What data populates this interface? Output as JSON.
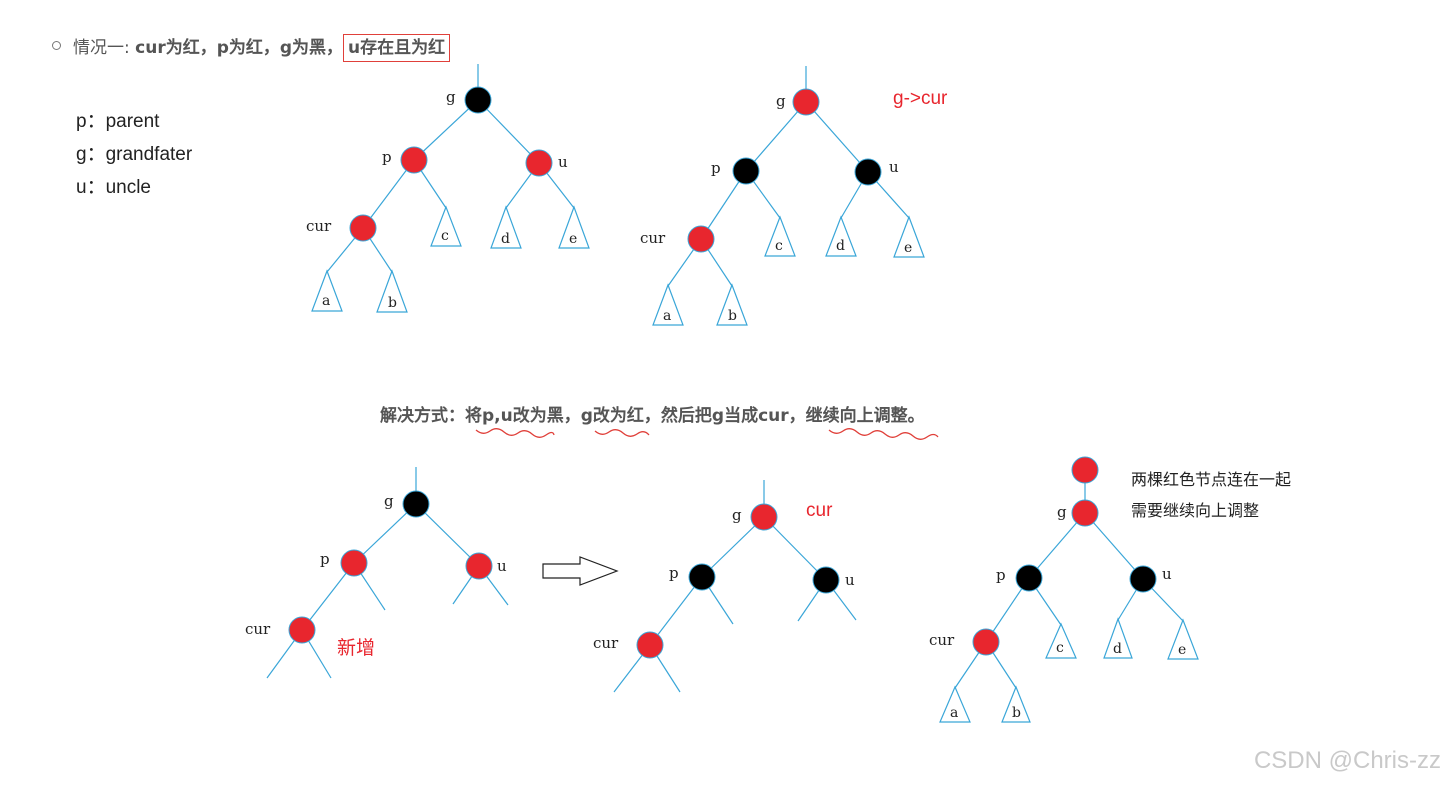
{
  "heading": {
    "prefix": "情况一: ",
    "bold_part": "cur为红，p为红，g为黑，",
    "boxed_part": "u存在且为红"
  },
  "legend": {
    "p": "p：parent",
    "g": "g：grandfater",
    "u": "u：uncle"
  },
  "labels": {
    "g": "g",
    "p": "p",
    "u": "u",
    "cur": "cur",
    "a": "a",
    "b": "b",
    "c": "c",
    "d": "d",
    "e": "e"
  },
  "notes": {
    "g_to_cur": "g->cur",
    "solution": "解决方式：将p,u改为黑，g改为红，然后把g当成cur，继续向上调整。",
    "new_node": "新增",
    "cur_label": "cur",
    "merge_line1": "两棵红色节点连在一起",
    "merge_line2": "需要继续向上调整"
  },
  "colors": {
    "red_node": "#e8262e",
    "black_node": "#000000",
    "edge": "#3aa6d8",
    "highlight_box": "#e0403a",
    "wavy_underline": "#e0403a"
  },
  "watermark": "CSDN @Chris-zz"
}
